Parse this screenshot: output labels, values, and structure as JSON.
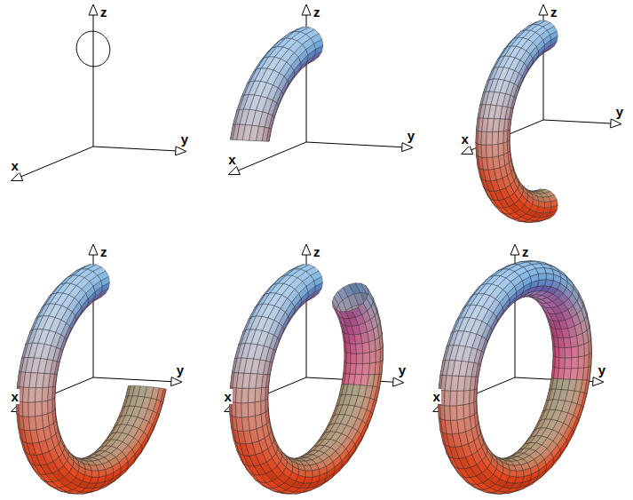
{
  "diagram": {
    "labels": [
      "z",
      "y",
      "x",
      "z",
      "y",
      "x",
      "z",
      "y",
      "x",
      "z",
      "y",
      "x",
      "z",
      "y",
      "x",
      "z",
      "y",
      "x"
    ]
  }
}
